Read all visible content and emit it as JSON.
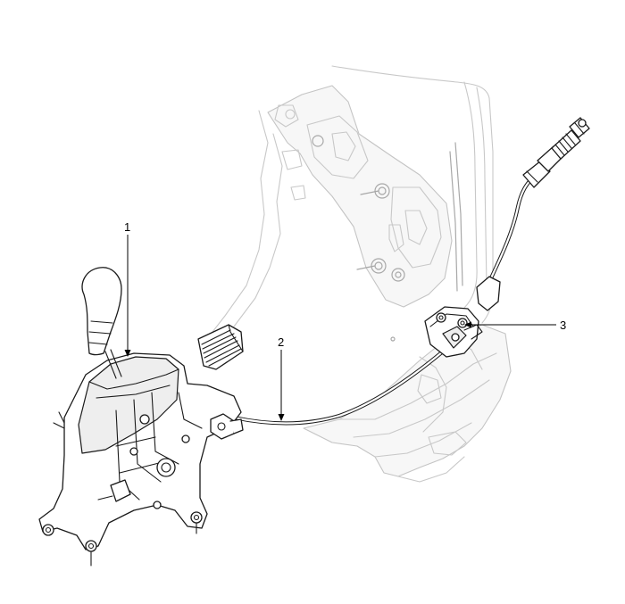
{
  "callouts": [
    {
      "id": "1",
      "label": "1"
    },
    {
      "id": "2",
      "label": "2"
    },
    {
      "id": "3",
      "label": "3"
    }
  ],
  "colors": {
    "line": "#1a1a1a",
    "ghost": "#c8c8c8",
    "background": "#ffffff"
  }
}
